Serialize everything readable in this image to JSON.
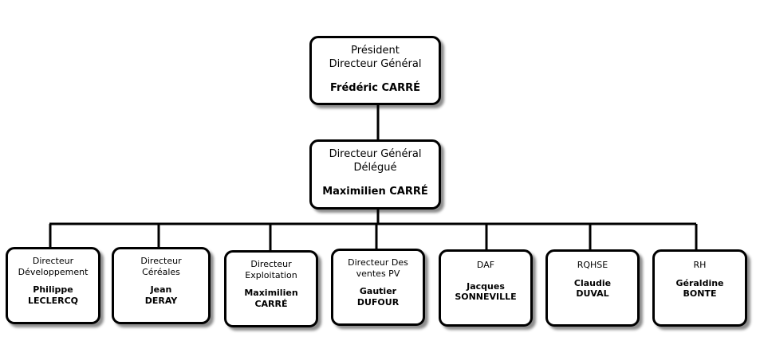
{
  "ceo": {
    "role": "Président\nDirecteur Général",
    "name": "Frédéric CARRÉ"
  },
  "deputy": {
    "role": "Directeur Général\nDélégué",
    "name": "Maximilien  CARRÉ"
  },
  "directors": [
    {
      "role": "Directeur\nDéveloppement",
      "name": "Philippe\nLECLERCQ"
    },
    {
      "role": "Directeur\nCéréales",
      "name": "Jean\nDERAY"
    },
    {
      "role": "Directeur\nExploitation",
      "name": "Maximilien\nCARRÉ"
    },
    {
      "role": "Directeur Des\nventes PV",
      "name": "Gautier\nDUFOUR"
    },
    {
      "role": "DAF",
      "name": "Jacques\nSONNEVILLE"
    },
    {
      "role": "RQHSE",
      "name": "Claudie\nDUVAL"
    },
    {
      "role": "RH",
      "name": "Géraldine\nBONTE"
    }
  ]
}
